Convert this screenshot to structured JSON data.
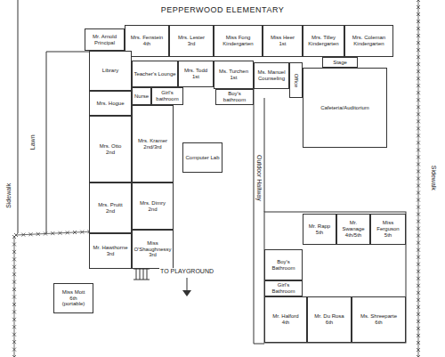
{
  "diagram": {
    "title": "PEPPERWOOD ELEMENTARY",
    "nodes": [
      {
        "text": [
          "Mr. Arnold",
          "Principal"
        ]
      },
      {
        "text": [
          "Mrs. Fenstein",
          "4th"
        ]
      },
      {
        "text": [
          "Mrs. Lester",
          "3rd"
        ]
      },
      {
        "text": [
          "Miss Fong",
          "Kindergarten"
        ]
      },
      {
        "text": [
          "Miss Heer",
          "1st"
        ]
      },
      {
        "text": [
          "Mrs. Tilley",
          "Kindergarten"
        ]
      },
      {
        "text": [
          "Mrs. Coleman",
          "Kindergarten"
        ]
      },
      {
        "text": [
          "Stage"
        ]
      },
      {
        "text": [
          "Library"
        ]
      },
      {
        "text": [
          "Mrs. Hogue"
        ]
      },
      {
        "text": [
          "Teacher's Lounge"
        ]
      },
      {
        "text": [
          "Mrs. Todd",
          "1st"
        ]
      },
      {
        "text": [
          "Ms. Turchen",
          "1st"
        ]
      },
      {
        "text": [
          "Ms. Manuel",
          "Counseling"
        ]
      },
      {
        "text": [
          "Office"
        ]
      },
      {
        "text": [
          "Cafeteria/Auditorium"
        ]
      },
      {
        "text": [
          "Nurse"
        ]
      },
      {
        "text": [
          "Girl's bathroom"
        ]
      },
      {
        "text": [
          "Boy's bathroom"
        ]
      },
      {
        "text": [
          "Mrs. Otto",
          "2nd"
        ]
      },
      {
        "text": [
          "Mrs. Kramer",
          "2nd/3rd"
        ]
      },
      {
        "text": [
          "Computer Lab"
        ]
      },
      {
        "text": [
          "Mrs. Pruitt",
          "2nd"
        ]
      },
      {
        "text": [
          "Mrs. Dimry",
          "2nd"
        ]
      },
      {
        "text": [
          "Mr. Hawthorne",
          "3rd"
        ]
      },
      {
        "text": [
          "Miss O'Shaughnessy",
          "3rd"
        ]
      },
      {
        "text": [
          "Mr. Rapp",
          "5th"
        ]
      },
      {
        "text": [
          "Mr. Swanage",
          "4th/5th"
        ]
      },
      {
        "text": [
          "Miss Ferguson",
          "5th"
        ]
      },
      {
        "text": [
          "Boy's Bathroom"
        ]
      },
      {
        "text": [
          "Girl's Bathroom"
        ]
      },
      {
        "text": [
          "Miss Mott",
          "6th",
          "(portable)"
        ]
      },
      {
        "text": [
          "Mr. Halford",
          "4th"
        ]
      },
      {
        "text": [
          "Mr. Du Rosa",
          "6th"
        ]
      },
      {
        "text": [
          "Ms. Shreeparte",
          "6th"
        ]
      }
    ],
    "labels": [
      "Lawn",
      "Sidewalk",
      "Outdoor Hallway",
      "TO PLAYGROUND",
      "Sidewalk"
    ]
  }
}
